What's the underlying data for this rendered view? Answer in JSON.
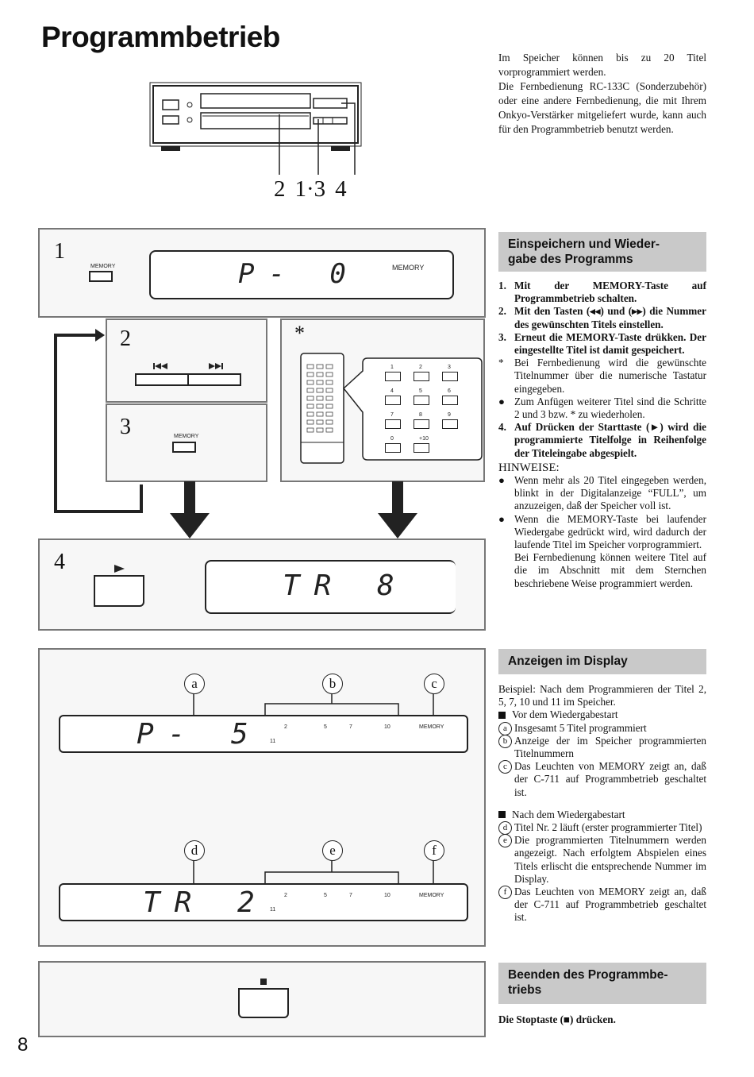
{
  "page": {
    "title": "Programmbetrieb",
    "page_number": "8"
  },
  "intro": {
    "p1": "Im Speicher können bis zu 20 Titel vorprogrammiert werden.",
    "p2": "Die Fernbedienung RC-133C (Sonderzubehör) oder eine andere Fernbedienung, die mit Ihrem Onkyo-Verstärker mitgeliefert wurde, kann auch für den Programmbetrieb benutzt werden."
  },
  "device_callouts": [
    "2",
    "1·3",
    "4"
  ],
  "steps_figure": {
    "step1_num": "1",
    "step1_button_label": "MEMORY",
    "step1_display": "P- 0",
    "step1_memory": "MEMORY",
    "step2_num": "2",
    "step3_num": "3",
    "step3_button_label": "MEMORY",
    "remote_star": "*",
    "keypad_labels": [
      "1",
      "2",
      "3",
      "4",
      "5",
      "6",
      "7",
      "8",
      "9",
      "0",
      "+10"
    ],
    "step4_num": "4",
    "step4_display": "TR 8"
  },
  "display_figure": {
    "label_a": "a",
    "label_b": "b",
    "label_c": "c",
    "label_d": "d",
    "label_e": "e",
    "label_f": "f",
    "display1": "P- 5",
    "display2": "TR 2",
    "numbers_row": [
      "2",
      "5",
      "7",
      "10"
    ],
    "numbers_11": "11",
    "memory": "MEMORY"
  },
  "section1": {
    "heading": "Einspeichern und Wiedergabe des Programms",
    "heading_line1": "Einspeichern und Wieder-",
    "heading_line2": "gabe des Programms",
    "steps": [
      {
        "num": "1.",
        "text": "Mit der MEMORY-Taste auf Programmbetrieb schalten."
      },
      {
        "num": "2.",
        "text": "Mit den Tasten (◂◂) und (▸▸) die Nummer des gewünschten Titels einstellen."
      },
      {
        "num": "3.",
        "text": "Erneut die MEMORY-Taste drükken. Der eingestellte Titel ist damit gespeichert."
      }
    ],
    "star_note": "Bei Fernbedienung wird die gewünschte Titelnummer über die numerische Tastatur eingegeben.",
    "bullet_note": "Zum Anfügen weiterer Titel sind die Schritte 2 und 3 bzw. * zu wiederholen.",
    "step4_num": "4.",
    "step4_text": "Auf Drücken der Starttaste (►) wird die programmierte Titelfolge in Reihenfolge der Titeleingabe abgespielt.",
    "hinweise_heading": "HINWEISE:",
    "hinweise": [
      "Wenn mehr als 20 Titel eingegeben werden, blinkt in der Digitalanzeige “FULL”, um anzuzeigen, daß der Speicher voll ist.",
      "Wenn die MEMORY-Taste bei laufender Wiedergabe gedrückt wird, wird dadurch der laufende Titel im Speicher vorprogrammiert."
    ],
    "hinweise_extra": "Bei Fernbedienung können weitere Titel auf die im Abschnitt mit dem Sternchen beschriebene Weise programmiert werden."
  },
  "section2": {
    "heading": "Anzeigen im Display",
    "example": "Beispiel: Nach dem Programmieren der Titel 2, 5, 7, 10 und 11 im Speicher.",
    "before_start": "Vor dem Wiedergabestart",
    "a_text": "Insgesamt 5 Titel programmiert",
    "b_text": "Anzeige der im Speicher programmierten Titelnummern",
    "c_text": "Das Leuchten von MEMORY zeigt an, daß der C-711 auf Programmbetrieb geschaltet ist.",
    "after_start": "Nach dem Wiedergabestart",
    "d_text": "Titel Nr. 2 läuft (erster programmierter Titel)",
    "e_text": "Die programmierten Titelnummern werden angezeigt. Nach erfolgtem Abspielen eines Titels erlischt die entsprechende Nummer im Display.",
    "f_text": "Das Leuchten von MEMORY zeigt an, daß der C-711 auf Programmbetrieb geschaltet ist."
  },
  "section3": {
    "heading_line1": "Beenden des Programmbe-",
    "heading_line2": "triebs",
    "text": "Die Stoptaste (■) drücken."
  }
}
